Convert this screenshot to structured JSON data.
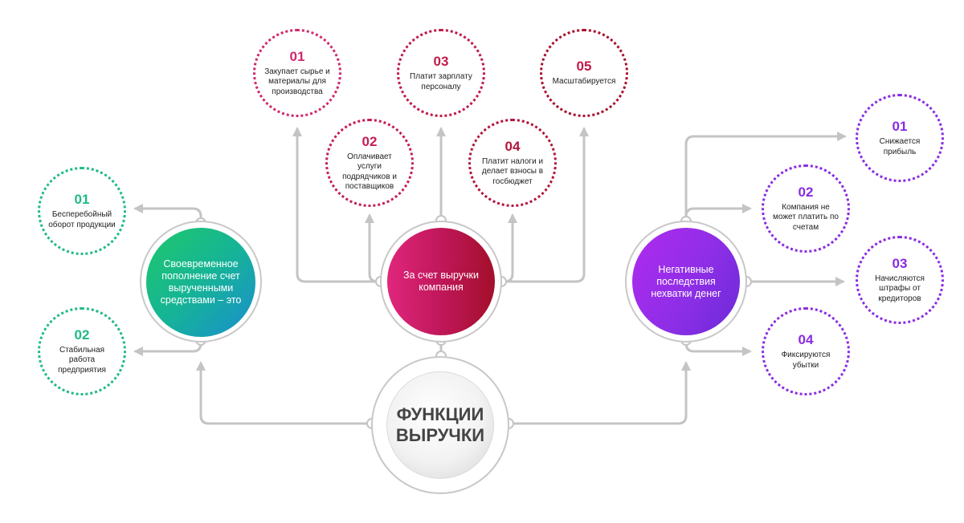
{
  "central": {
    "title": "ФУНКЦИИ ВЫРУЧКИ"
  },
  "left": {
    "label": "Своевременное пополнение счет вырученными средствами – это",
    "items": [
      {
        "num": "01",
        "text": "Бесперебойный оборот продукции"
      },
      {
        "num": "02",
        "text": "Стабильная работа предприятия"
      }
    ]
  },
  "top": {
    "label": "За счет выручки компания",
    "items": [
      {
        "num": "01",
        "text": "Закупает сырье и материалы для производства"
      },
      {
        "num": "02",
        "text": "Оплачивает услуги подрядчиков и поставщиков"
      },
      {
        "num": "03",
        "text": "Платит зарплату персоналу"
      },
      {
        "num": "04",
        "text": "Платит налоги и делает взносы в госбюджет"
      },
      {
        "num": "05",
        "text": "Масштабируется"
      }
    ]
  },
  "right": {
    "label": "Негативные последствия нехватки денег",
    "items": [
      {
        "num": "01",
        "text": "Снижается прибыль"
      },
      {
        "num": "02",
        "text": "Компания не может платить по счетам"
      },
      {
        "num": "03",
        "text": "Начисляются штрафы от кредиторов"
      },
      {
        "num": "04",
        "text": "Фиксируются убытки"
      }
    ]
  },
  "colors": {
    "green": "#1fb98a",
    "crimson_light": "#d0286e",
    "crimson_dark": "#a8102e",
    "purple": "#8a2be2",
    "connector": "#c4c4c4"
  }
}
